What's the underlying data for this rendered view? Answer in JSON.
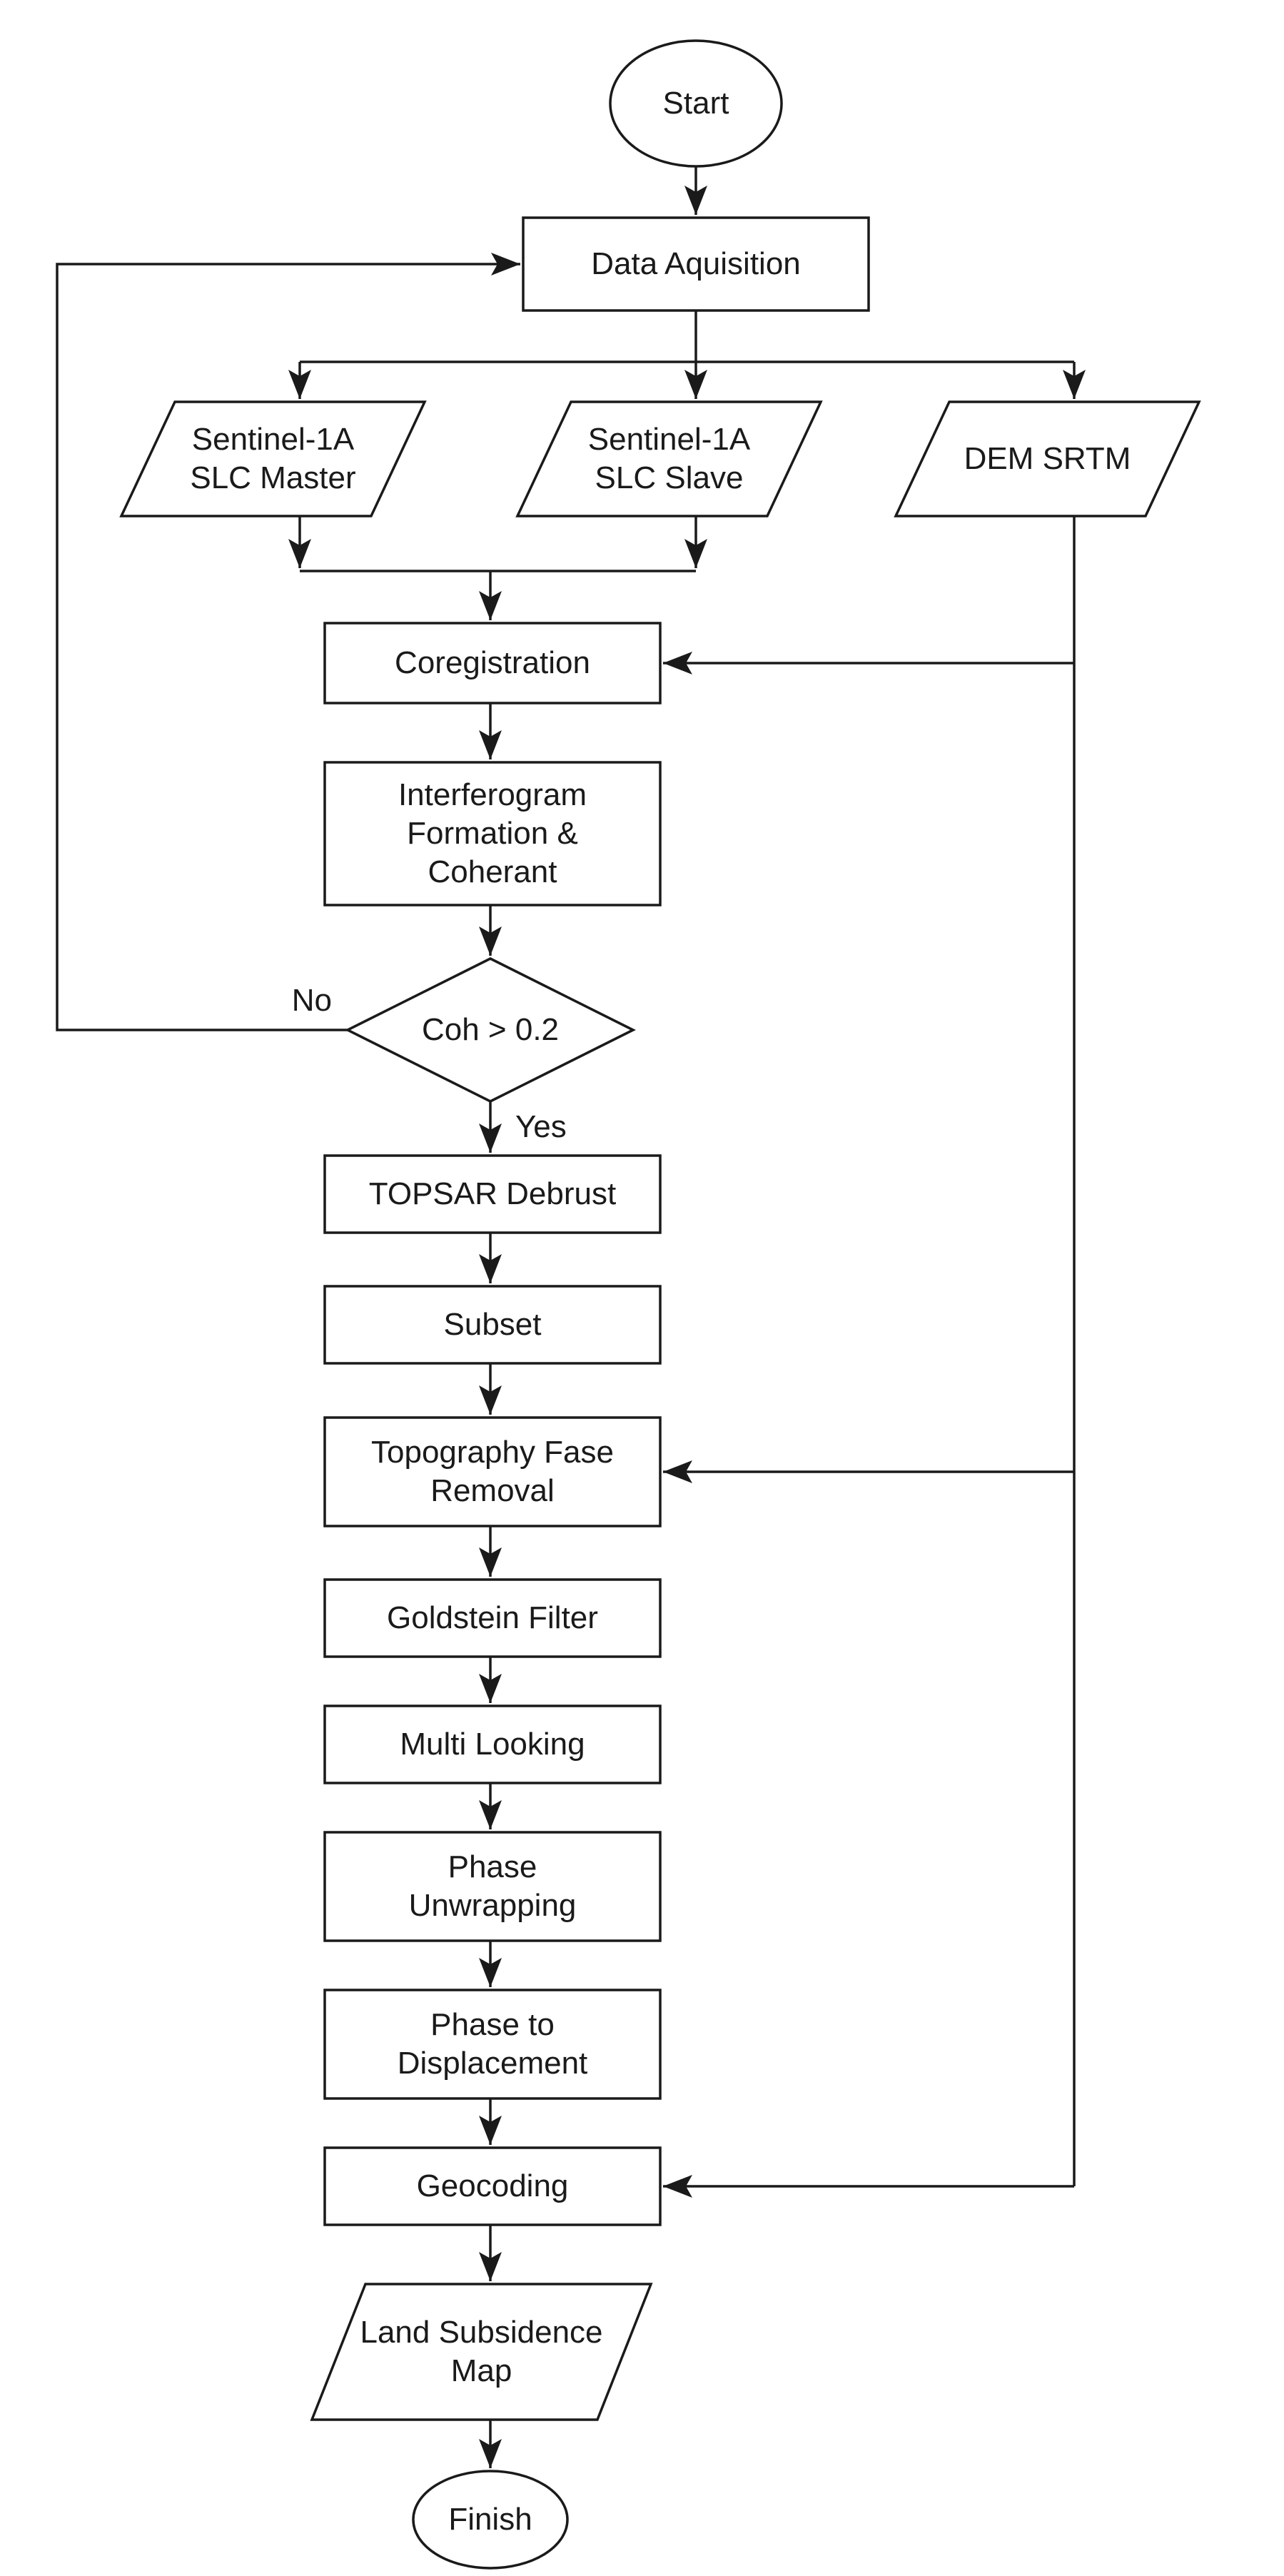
{
  "flowchart": {
    "colors": {
      "background": "#ffffff",
      "shape_fill": "#ffffff",
      "stroke": "#1a1a1a",
      "text": "#1a1a1a"
    },
    "nodes": {
      "start": {
        "type": "terminator",
        "label": "Start"
      },
      "data_acquisition": {
        "type": "process",
        "label": "Data Aquisition"
      },
      "slc_master": {
        "type": "data",
        "lines": [
          "Sentinel-1A",
          "SLC Master"
        ]
      },
      "slc_slave": {
        "type": "data",
        "lines": [
          "Sentinel-1A",
          "SLC Slave"
        ]
      },
      "dem_srtm": {
        "type": "data",
        "label": "DEM SRTM"
      },
      "coregistration": {
        "type": "process",
        "label": "Coregistration"
      },
      "interferogram": {
        "type": "process",
        "lines": [
          "Interferogram",
          "Formation &",
          "Coherant"
        ]
      },
      "coherence_decision": {
        "type": "decision",
        "label": "Coh > 0.2"
      },
      "topsar_deburst": {
        "type": "process",
        "label": "TOPSAR Debrust"
      },
      "subset": {
        "type": "process",
        "label": "Subset"
      },
      "topography_phase_removal": {
        "type": "process",
        "lines": [
          "Topography Fase",
          "Removal"
        ]
      },
      "goldstein_filter": {
        "type": "process",
        "label": "Goldstein Filter"
      },
      "multi_looking": {
        "type": "process",
        "label": "Multi Looking"
      },
      "phase_unwrapping": {
        "type": "process",
        "lines": [
          "Phase",
          "Unwrapping"
        ]
      },
      "phase_to_displacement": {
        "type": "process",
        "lines": [
          "Phase to",
          "Displacement"
        ]
      },
      "geocoding": {
        "type": "process",
        "label": "Geocoding"
      },
      "land_subsidence_map": {
        "type": "data",
        "lines": [
          "Land Subsidence",
          "Map"
        ]
      },
      "finish": {
        "type": "terminator",
        "label": "Finish"
      }
    },
    "edge_labels": {
      "no": "No",
      "yes": "Yes"
    }
  }
}
